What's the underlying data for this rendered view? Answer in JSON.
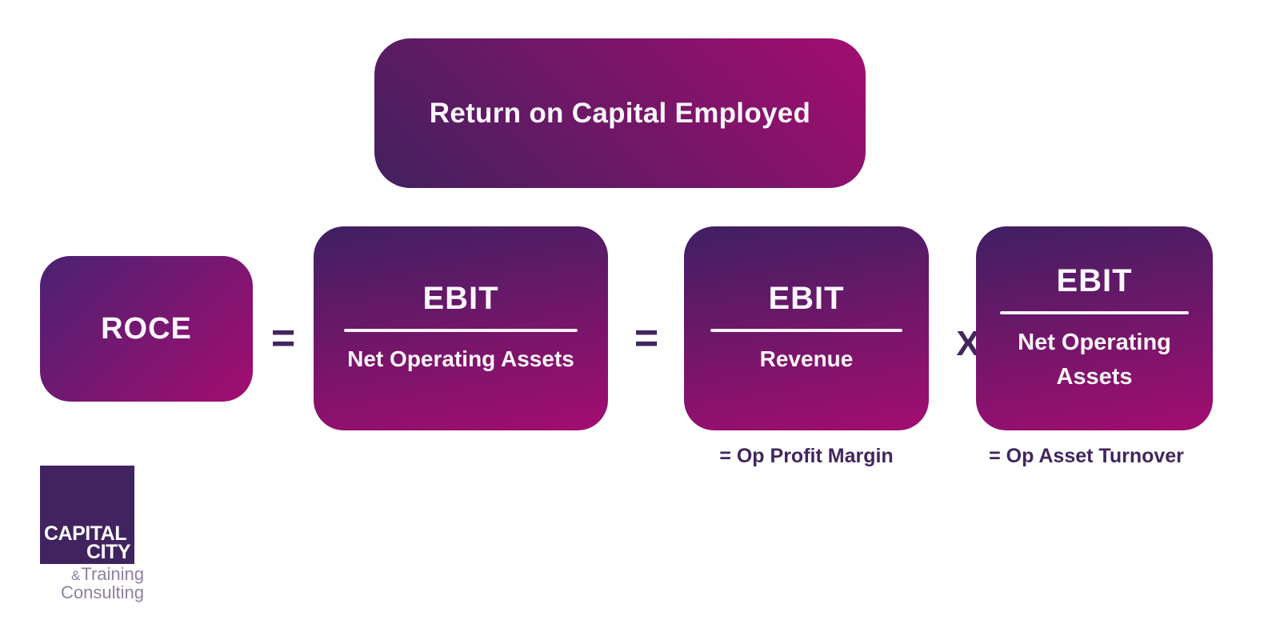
{
  "title": "Return on Capital Employed",
  "equation": {
    "lhs": "ROCE",
    "operators": {
      "equals": "=",
      "multiply": "X"
    },
    "terms": [
      {
        "numerator": "EBIT",
        "denominator": "Net Operating Assets",
        "caption": ""
      },
      {
        "numerator": "EBIT",
        "denominator": "Revenue",
        "caption": "= Op Profit Margin"
      },
      {
        "numerator": "EBIT",
        "denominator": "Net Operating Assets",
        "caption": "= Op Asset Turnover"
      }
    ]
  },
  "logo": {
    "line1": "CAPITAL",
    "line2": "CITY",
    "amp": "&",
    "line3": "Training",
    "line4": "Consulting"
  },
  "colors": {
    "magenta": "#a30d70",
    "purple_dark": "#42215f",
    "purple_box_top": "#3f2063",
    "purple_roce": "#4a2272",
    "operator_text": "#41265e",
    "logo_square": "#41245f",
    "logo_text": "#8e81a1"
  }
}
